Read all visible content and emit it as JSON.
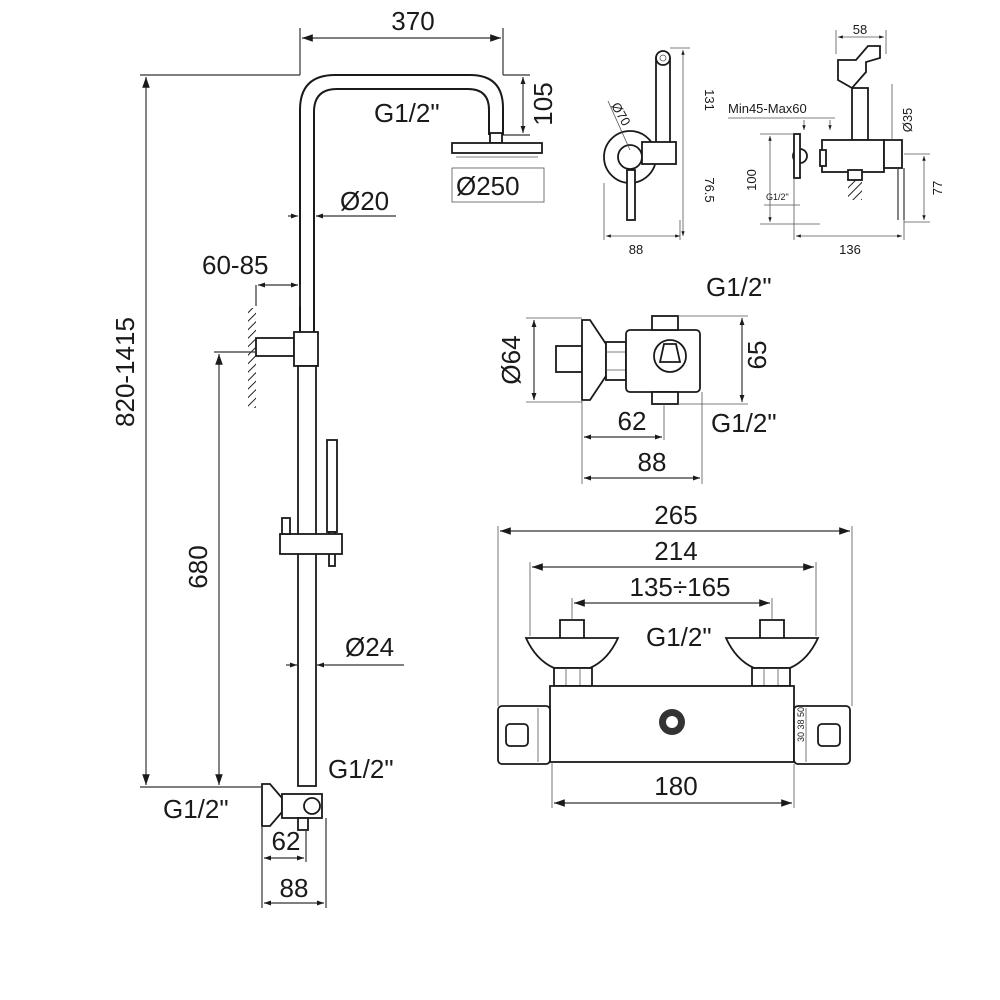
{
  "shower_column": {
    "head_reach": "370",
    "head_drop": "105",
    "head_thread": "G1/2\"",
    "head_diameter": "Ø250",
    "riser_diameter": "Ø20",
    "bracket_range": "60-85",
    "total_height": "820-1415",
    "bar_height": "680",
    "bar_diameter": "Ø24",
    "inlet_thread_right": "G1/2\"",
    "inlet_thread_left": "G1/2\"",
    "inlet_depth": "62",
    "inlet_reach": "88"
  },
  "side_view_valve": {
    "diameter": "Ø70",
    "height": "131",
    "offset": "76.5",
    "depth": "88"
  },
  "bidet_sprayer": {
    "width": "58",
    "range": "Min45-Max60",
    "diameter": "Ø35",
    "height_left": "100",
    "height_right": "77",
    "thread": "G1/2\"",
    "length": "136"
  },
  "diverter": {
    "top_thread": "G1/2\"",
    "diameter": "Ø64",
    "height": "65",
    "depth": "62",
    "bottom_thread": "G1/2\"",
    "reach": "88"
  },
  "mixer": {
    "total_width": "265",
    "handle_span": "214",
    "center_range": "135÷165",
    "thread": "G1/2\"",
    "body_length": "180"
  }
}
